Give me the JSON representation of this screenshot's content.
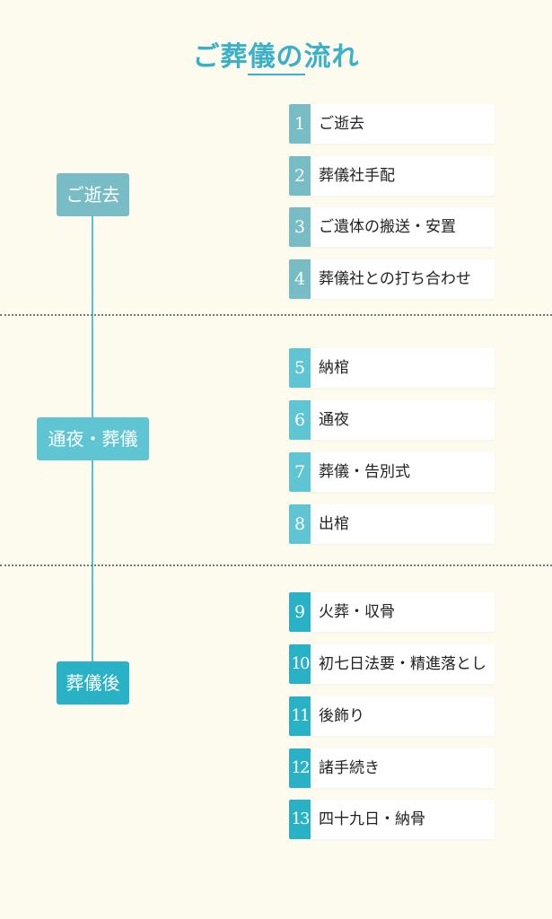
{
  "title": "ご葬儀の流れ",
  "colors": {
    "background": "#fdfaee",
    "title": "#3bb0c9",
    "phase1": "#78bcc6",
    "phase2": "#5fc5d2",
    "phase3": "#29b2c6"
  },
  "phases": [
    {
      "label": "ご逝去"
    },
    {
      "label": "通夜・葬儀"
    },
    {
      "label": "葬儀後"
    }
  ],
  "steps": [
    {
      "num": "1",
      "label": "ご逝去"
    },
    {
      "num": "2",
      "label": "葬儀社手配"
    },
    {
      "num": "3",
      "label": "ご遺体の搬送・安置"
    },
    {
      "num": "4",
      "label": "葬儀社との打ち合わせ"
    },
    {
      "num": "5",
      "label": "納棺"
    },
    {
      "num": "6",
      "label": "通夜"
    },
    {
      "num": "7",
      "label": "葬儀・告別式"
    },
    {
      "num": "8",
      "label": "出棺"
    },
    {
      "num": "9",
      "label": "火葬・収骨"
    },
    {
      "num": "10",
      "label": "初七日法要・精進落とし"
    },
    {
      "num": "11",
      "label": "後飾り"
    },
    {
      "num": "12",
      "label": "諸手続き"
    },
    {
      "num": "13",
      "label": "四十九日・納骨"
    }
  ]
}
